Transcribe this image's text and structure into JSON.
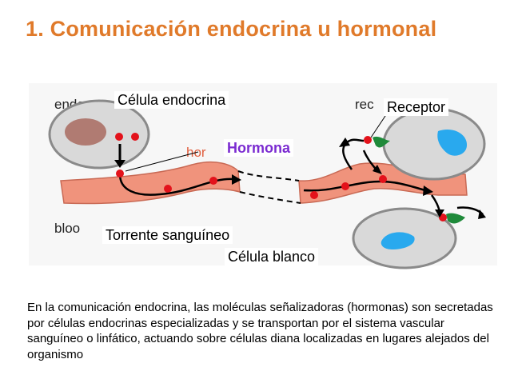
{
  "slide": {
    "title": "1. Comunicación endocrina u hormonal",
    "caption": "En la comunicación endocrina, las moléculas señalizadoras (hormonas) son secretadas por células endocrinas especializadas y se transportan por el sistema vascular sanguíneo o linfático, actuando sobre células diana localizadas en lugares alejados del organismo"
  },
  "diagram": {
    "labels": {
      "endocrine_cell": "Célula endocrina",
      "receptor": "Receptor",
      "hormone": "Hormona",
      "bloodstream": "Torrente sanguíneo",
      "target_cell": "Célula blanco"
    },
    "residual_text": {
      "endo": "endoc",
      "hor": "hor",
      "rec": "rec",
      "bloo": "bloo"
    }
  },
  "colors": {
    "title": "#e07a2a",
    "hormone_label": "#7b2bd1",
    "vessel": "#f0937c",
    "hormone_dot": "#e3121b",
    "receptor": "#1f8a3a",
    "nucleus_target": "#29a9ee",
    "nucleus_endocrine": "#b07b72"
  }
}
